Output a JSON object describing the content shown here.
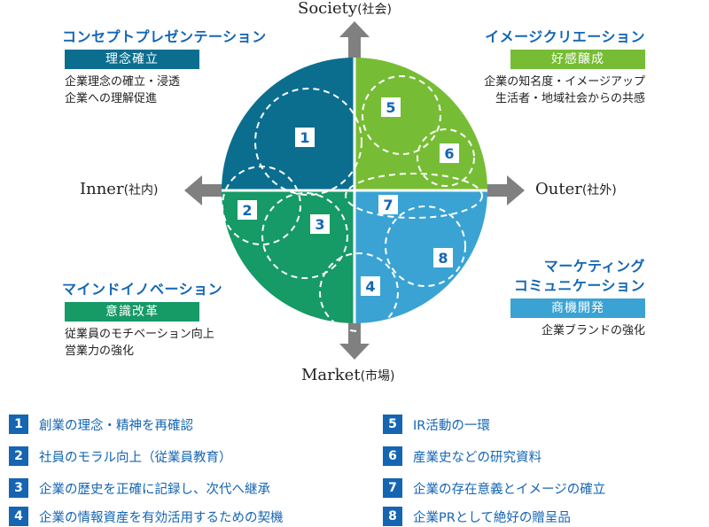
{
  "axes": {
    "top": {
      "en": "Society",
      "jp": "(社会)"
    },
    "bottom": {
      "en": "Market",
      "jp": "(市場)"
    },
    "left": {
      "en": "Inner",
      "jp": "(社内)"
    },
    "right": {
      "en": "Outer",
      "jp": "(社外)"
    }
  },
  "quadrants": {
    "top_left": {
      "title": "コンセプトプレゼンテーション",
      "badge": "理念確立",
      "color": "#0b6e8f",
      "desc": [
        "企業理念の確立・浸透",
        "企業への理解促進"
      ]
    },
    "top_right": {
      "title": "イメージクリエーション",
      "badge": "好感醸成",
      "color": "#76bd35",
      "desc": [
        "企業の知名度・イメージアップ",
        "生活者・地域社会からの共感"
      ]
    },
    "bottom_left": {
      "title": "マインドイノベーション",
      "badge": "意識改革",
      "color": "#169a66",
      "desc": [
        "従業員のモチベーション向上",
        "営業力の強化"
      ]
    },
    "bottom_right": {
      "title_lines": [
        "マーケティング",
        "コミュニケーション"
      ],
      "badge": "商機開発",
      "color": "#3aa3d3",
      "desc": [
        "企業ブランドの強化"
      ]
    }
  },
  "circle_labels": [
    "1",
    "2",
    "3",
    "4",
    "5",
    "6",
    "7",
    "8"
  ],
  "legend": [
    {
      "num": "1",
      "text": "創業の理念・精神を再確認"
    },
    {
      "num": "2",
      "text": "社員のモラル向上（従業員教育）"
    },
    {
      "num": "3",
      "text": "企業の歴史を正確に記録し、次代へ継承"
    },
    {
      "num": "4",
      "text": "企業の情報資産を有効活用するための契機"
    },
    {
      "num": "5",
      "text": "IR活動の一環"
    },
    {
      "num": "6",
      "text": "産業史などの研究資料"
    },
    {
      "num": "7",
      "text": "企業の存在意義とイメージの確立"
    },
    {
      "num": "8",
      "text": "企業PRとして絶好の贈呈品"
    }
  ],
  "colors": {
    "title_blue": "#1366b3",
    "legend_blue": "#1565b3",
    "arrow_gray": "#808080"
  }
}
